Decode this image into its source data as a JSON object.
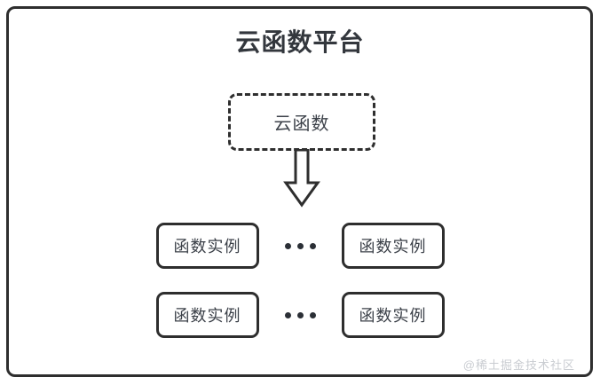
{
  "diagram": {
    "title": "云函数平台",
    "background_color": "#ffffff",
    "stroke_color": "#2e2e2e",
    "text_color": "#3c4149",
    "cloud_function": {
      "label": "云函数",
      "border_style": "dashed"
    },
    "arrow": {
      "icon_name": "down-block-arrow",
      "direction": "down"
    },
    "instance_rows": [
      {
        "left_box": {
          "label": "函数实例"
        },
        "separator": "…",
        "right_box": {
          "label": "函数实例"
        }
      },
      {
        "left_box": {
          "label": "函数实例"
        },
        "separator": "…",
        "right_box": {
          "label": "函数实例"
        }
      }
    ],
    "watermark": {
      "text": "@稀土掘金技术社区",
      "color": "#c9ccd1"
    }
  }
}
